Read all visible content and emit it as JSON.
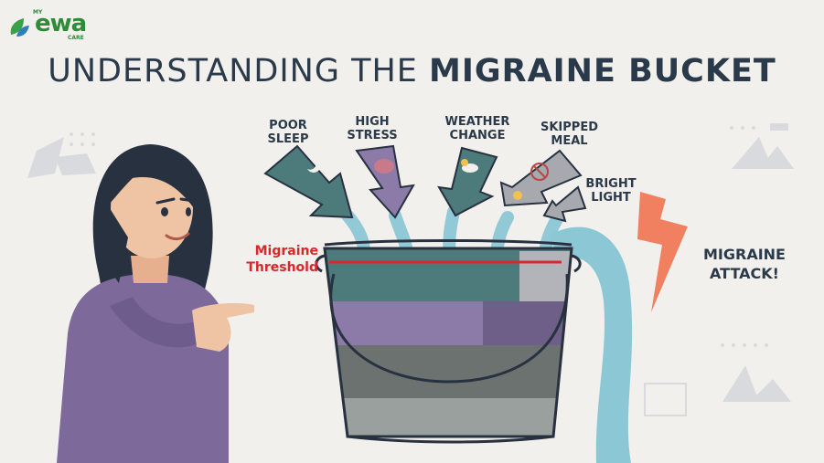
{
  "logo": {
    "top": "MY",
    "name": "ewa",
    "bottom": "CARE"
  },
  "title": {
    "regular": "UNDERSTANDING THE ",
    "bold": "MIGRAINE BUCKET"
  },
  "triggers": [
    {
      "label": "POOR\nSLEEP",
      "icon": "moon-icon"
    },
    {
      "label": "HIGH\nSTRESS",
      "icon": "brain-icon"
    },
    {
      "label": "WEATHER\nCHANGE",
      "icon": "weather-icon"
    },
    {
      "label": "SKIPPED\nMEAL",
      "icon": "no-food-icon"
    },
    {
      "label": "BRIGHT\nLIGHT",
      "icon": "lightbulb-icon"
    }
  ],
  "threshold_label": "Migraine\nThreshold",
  "attack_label": "MIGRAINE\nATTACK!",
  "colors": {
    "background": "#f1f0ec",
    "title": "#2b3a4a",
    "threshold": "#d8282a",
    "bolt": "#f08060",
    "water": "#8cc7d6",
    "teal": "#4d7a7a",
    "purple": "#8c7aa8",
    "dark_purple": "#6d5f88",
    "gray": "#6b7270",
    "light_gray": "#9aa09e",
    "shirt": "#7d6a9a",
    "logo": "#2e8b3a"
  }
}
